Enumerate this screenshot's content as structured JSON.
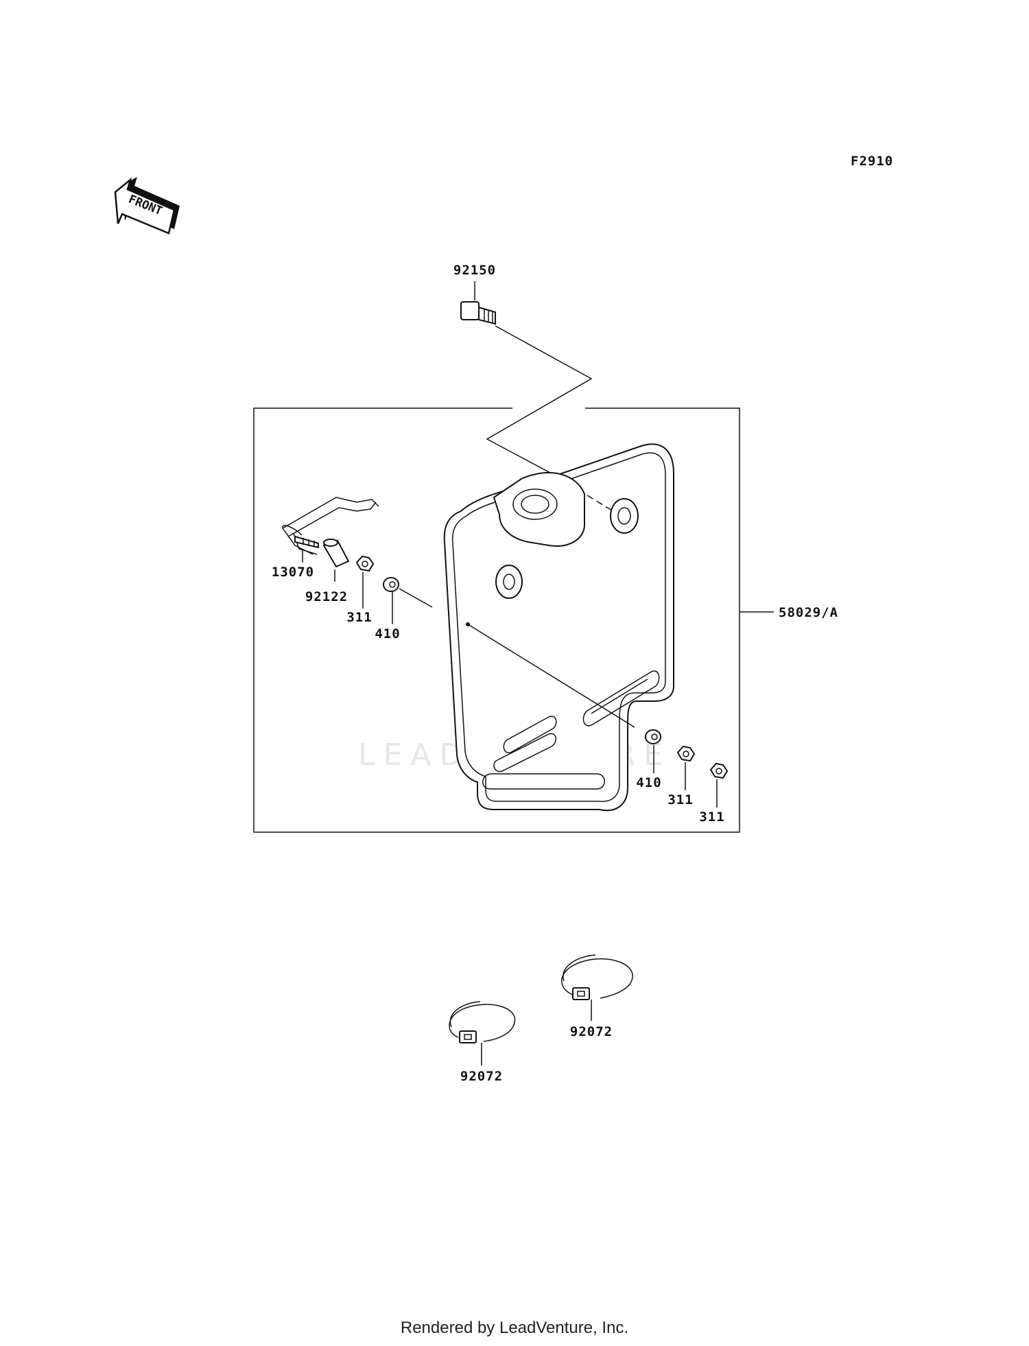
{
  "figure_code": "F2910",
  "front_label": "FRONT",
  "watermark": "LEADVENTURE",
  "callouts": {
    "bolt": "92150",
    "plate_assembly": "58029/A",
    "wire_bracket": "13070",
    "collar": "92122",
    "nut_left": "311",
    "washer_left": "410",
    "washer_right": "410",
    "nut_right_1": "311",
    "nut_right_2": "311",
    "band_right": "92072",
    "band_left": "92072"
  },
  "footer": "Rendered by LeadVenture, Inc."
}
